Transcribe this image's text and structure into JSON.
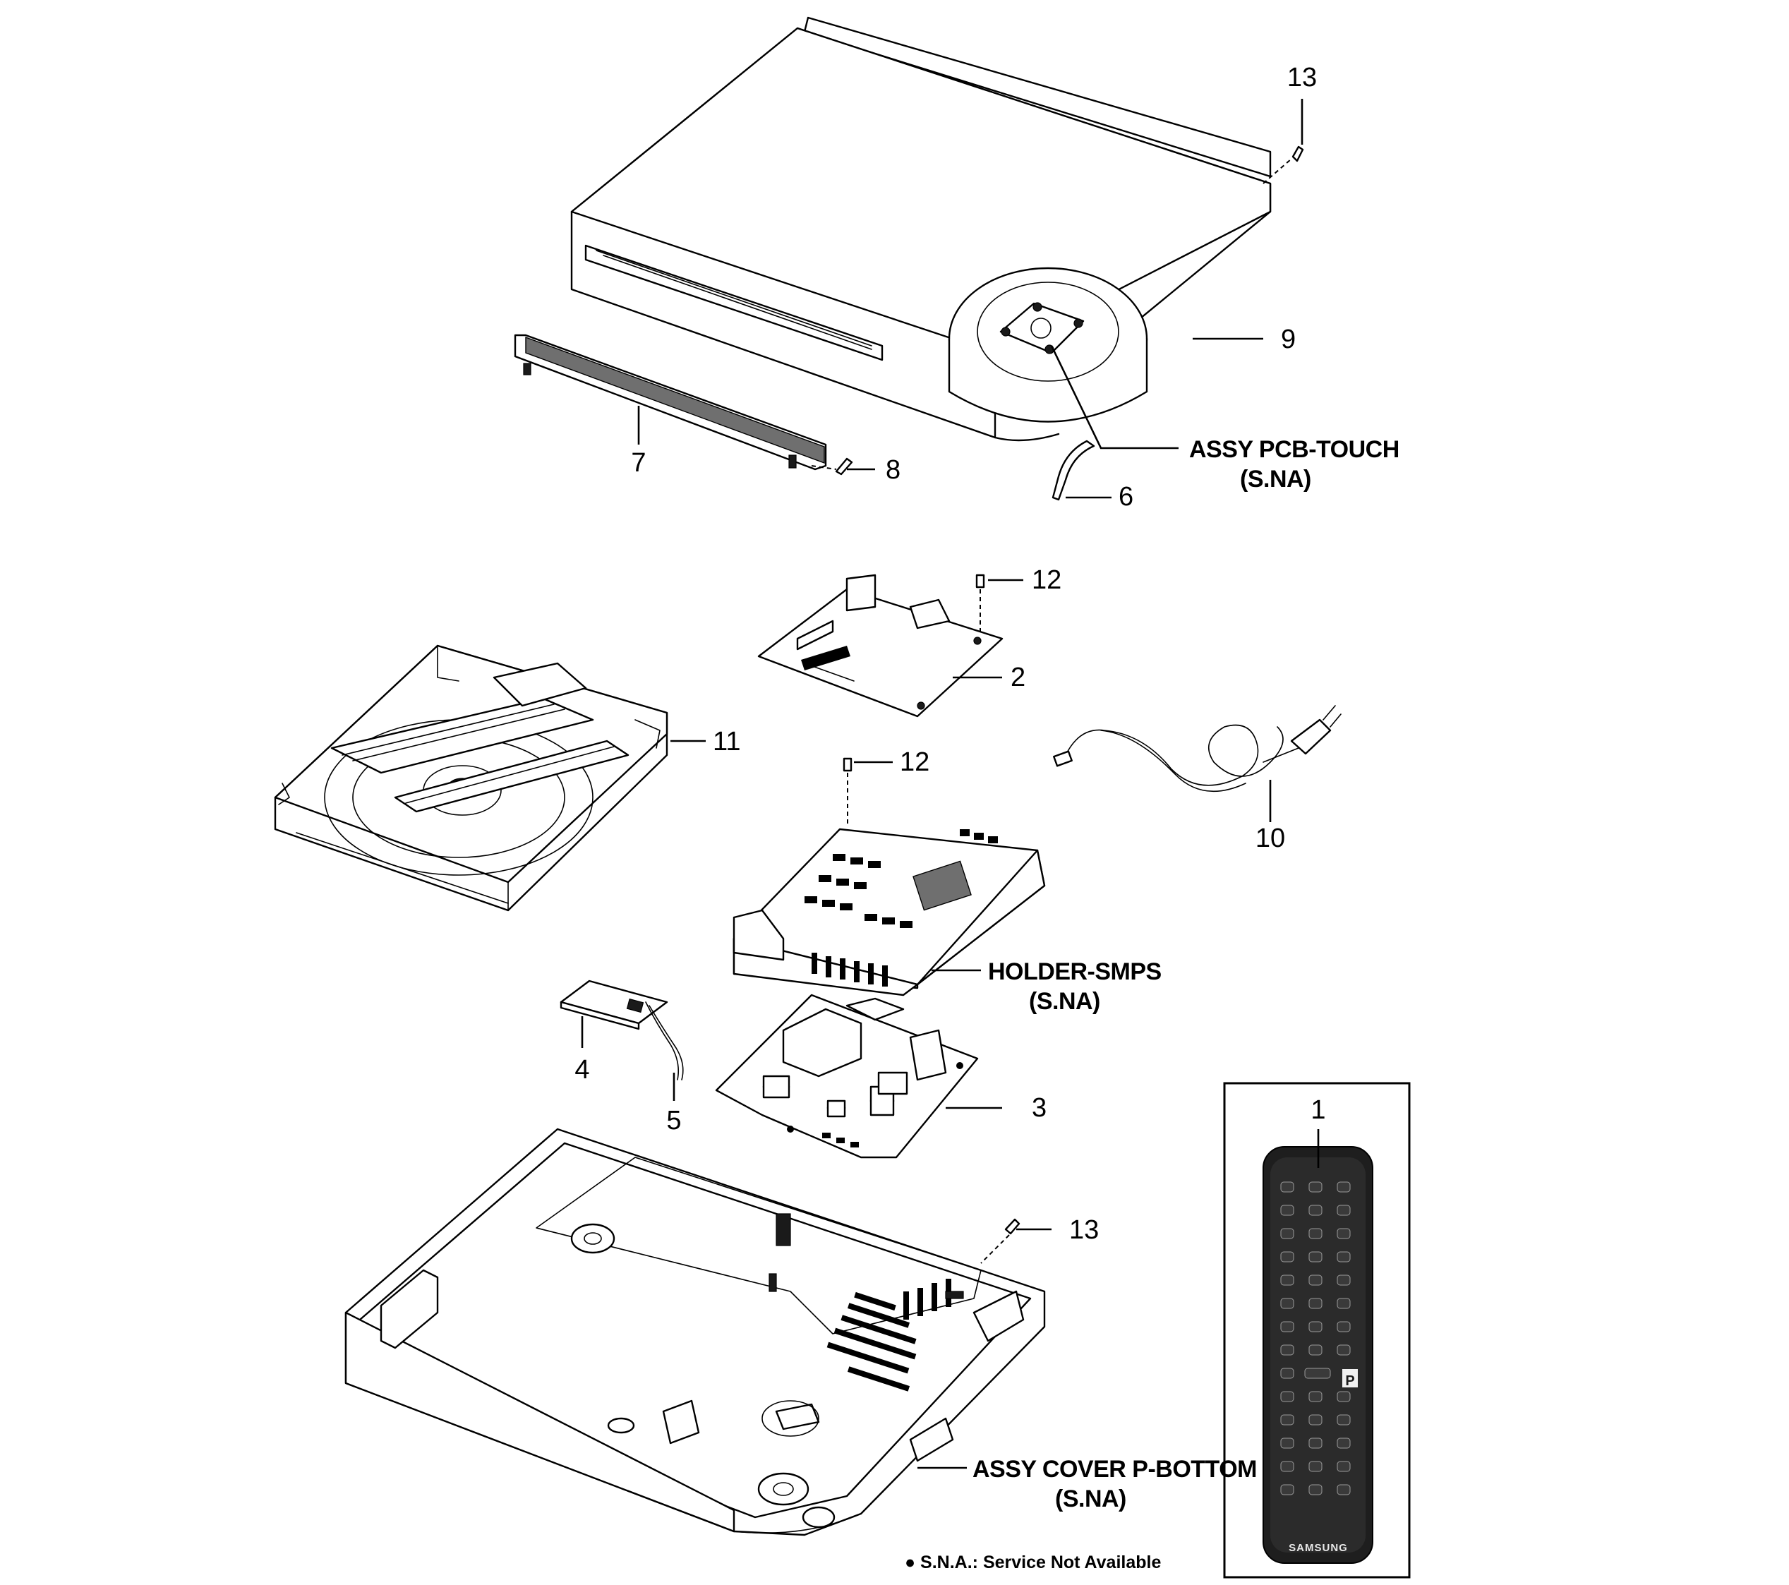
{
  "callouts": {
    "c1": "1",
    "c2": "2",
    "c3": "3",
    "c4": "4",
    "c5": "5",
    "c6": "6",
    "c7": "7",
    "c8": "8",
    "c9": "9",
    "c10": "10",
    "c11": "11",
    "c12a": "12",
    "c12b": "12",
    "c13a": "13",
    "c13b": "13"
  },
  "labels": {
    "assy_touch": "ASSY PCB-TOUCH",
    "holder_smps": "HOLDER-SMPS",
    "assy_cover_bottom": "ASSY COVER P-BOTTOM",
    "sna_tag": "(S.NA)"
  },
  "footnote": "● S.N.A.: Service Not Available",
  "remote": {
    "brand": "SAMSUNG",
    "p_key": "P"
  }
}
